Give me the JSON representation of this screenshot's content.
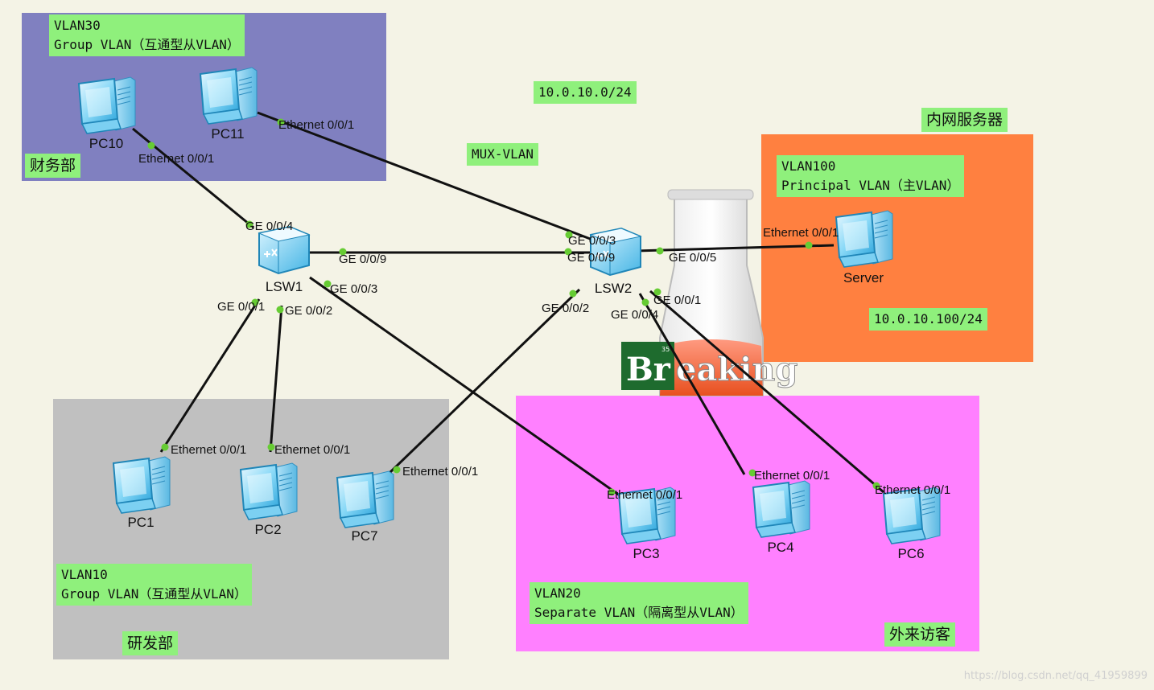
{
  "groups": [
    {
      "id": "finance",
      "label_lines": [
        "VLAN30",
        "Group VLAN（互通型从VLAN）"
      ],
      "dept": "财务部",
      "color": "#8080c0"
    },
    {
      "id": "rnd",
      "label_lines": [
        "VLAN10",
        "Group VLAN（互通型从VLAN）"
      ],
      "dept": "研发部",
      "color": "#c0c0c0"
    },
    {
      "id": "server",
      "label_lines": [
        "VLAN100",
        "Principal VLAN（主VLAN）"
      ],
      "dept": "内网服务器",
      "color": "#ff8040"
    },
    {
      "id": "guest",
      "label_lines": [
        "VLAN20",
        "Separate VLAN（隔离型从VLAN）"
      ],
      "dept": "外来访客",
      "color": "#ff80ff"
    }
  ],
  "notes": {
    "network": "10.0.10.0/24",
    "muxvlan": "MUX-VLAN",
    "server_ip": "10.0.10.100/24"
  },
  "nodes": {
    "pc10": {
      "name": "PC10",
      "type": "pc"
    },
    "pc11": {
      "name": "PC11",
      "type": "pc"
    },
    "lsw1": {
      "name": "LSW1",
      "type": "switch"
    },
    "lsw2": {
      "name": "LSW2",
      "type": "switch"
    },
    "server": {
      "name": "Server",
      "type": "pc"
    },
    "pc1": {
      "name": "PC1",
      "type": "pc"
    },
    "pc2": {
      "name": "PC2",
      "type": "pc"
    },
    "pc7": {
      "name": "PC7",
      "type": "pc"
    },
    "pc3": {
      "name": "PC3",
      "type": "pc"
    },
    "pc4": {
      "name": "PC4",
      "type": "pc"
    },
    "pc6": {
      "name": "PC6",
      "type": "pc"
    }
  },
  "links": [
    {
      "from": "pc10",
      "to": "lsw1",
      "from_port": "Ethernet 0/0/1",
      "to_port": "GE 0/0/4"
    },
    {
      "from": "pc11",
      "to": "lsw2",
      "from_port": "Ethernet 0/0/1",
      "to_port": "GE 0/0/3"
    },
    {
      "from": "lsw1",
      "to": "lsw2",
      "from_port": "GE 0/0/9",
      "to_port": "GE 0/0/9"
    },
    {
      "from": "lsw2",
      "to": "server",
      "from_port": "GE 0/0/5",
      "to_port": "Ethernet 0/0/1"
    },
    {
      "from": "lsw1",
      "to": "pc1",
      "from_port": "GE 0/0/1",
      "to_port": "Ethernet 0/0/1"
    },
    {
      "from": "lsw1",
      "to": "pc2",
      "from_port": "GE 0/0/2",
      "to_port": "Ethernet 0/0/1"
    },
    {
      "from": "lsw1",
      "to": "pc3",
      "from_port": "GE 0/0/3",
      "to_port": "Ethernet 0/0/1"
    },
    {
      "from": "lsw2",
      "to": "pc7",
      "from_port": "GE 0/0/2",
      "to_port": "Ethernet 0/0/1"
    },
    {
      "from": "lsw2",
      "to": "pc4",
      "from_port": "GE 0/0/4",
      "to_port": "Ethernet 0/0/1"
    },
    {
      "from": "lsw2",
      "to": "pc6",
      "from_port": "GE 0/0/1",
      "to_port": "Ethernet 0/0/1"
    }
  ],
  "decoration": {
    "logo_text_boxed": "Br",
    "logo_text_rest": "eaking",
    "element_number": "35"
  },
  "watermark": "https://blog.csdn.net/qq_41959899",
  "colors": {
    "link": "#111111",
    "port_dot": "#66cc33",
    "label_bg": "#8ff07c",
    "pc_screen": "#4fc3f7",
    "switch_body": "#5ec8f0"
  }
}
